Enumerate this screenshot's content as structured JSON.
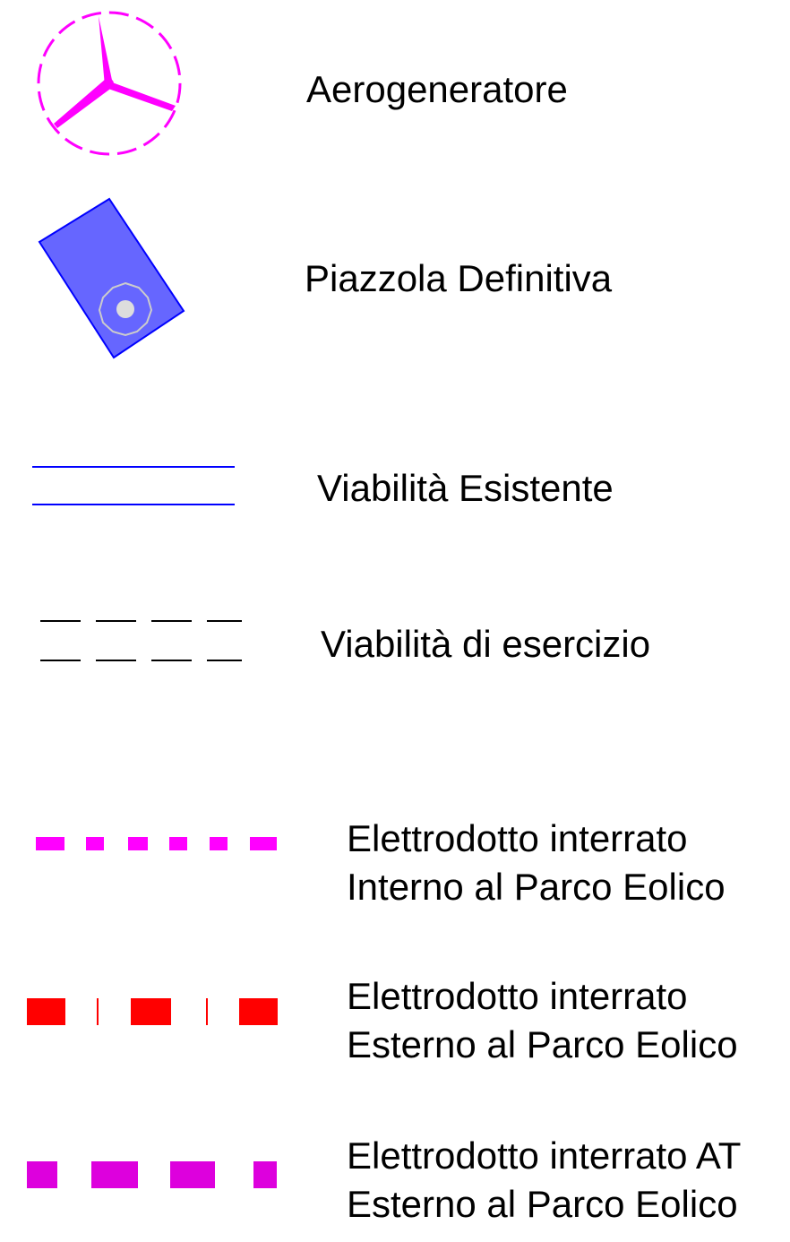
{
  "legend": {
    "items": [
      {
        "symbol": "wind-turbine-symbol",
        "lines": [
          "Aerogeneratore"
        ],
        "color": "#ff00ff"
      },
      {
        "symbol": "platform-symbol",
        "lines": [
          "Piazzola Definitiva"
        ],
        "color": "#6666ff"
      },
      {
        "symbol": "existing-road-symbol",
        "lines": [
          "Viabilità Esistente"
        ],
        "color": "#0000ff"
      },
      {
        "symbol": "service-road-symbol",
        "lines": [
          "Viabilità di esercizio"
        ],
        "color": "#000000"
      },
      {
        "symbol": "internal-cable-symbol",
        "lines": [
          "Elettrodotto interrato",
          "Interno al Parco Eolico"
        ],
        "color": "#ff00ff"
      },
      {
        "symbol": "external-cable-symbol",
        "lines": [
          "Elettrodotto interrato",
          "Esterno al Parco Eolico"
        ],
        "color": "#ff0000"
      },
      {
        "symbol": "external-at-cable-symbol",
        "lines": [
          "Elettrodotto interrato AT",
          "Esterno al Parco Eolico"
        ],
        "color": "#dd00dd"
      }
    ]
  }
}
